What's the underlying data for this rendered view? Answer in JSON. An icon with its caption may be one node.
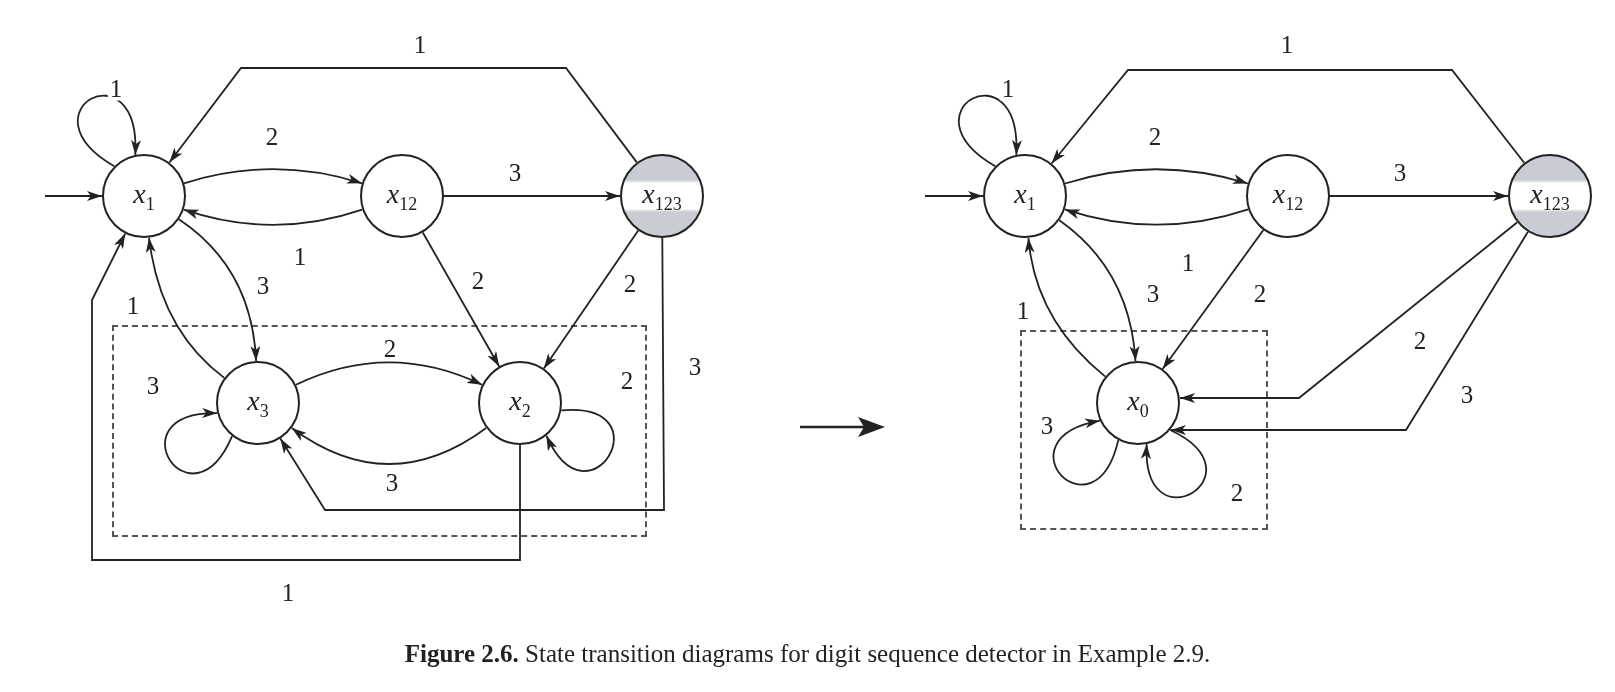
{
  "diagram": {
    "caption": "**Figure 2.6.** State transition diagrams for digit sequence detector in Example 2.9.",
    "nodes": [
      {
        "text": [
          "*x*$_{1}$"
        ]
      },
      {
        "text": [
          "*x*$_{12}$"
        ]
      },
      {
        "text": [
          "*x*$_{123}$"
        ]
      },
      {
        "text": [],
        "shape": "box"
      },
      {
        "text": [
          "*x*$_{3}$"
        ],
        "in": 3
      },
      {
        "text": [
          "*x*$_{2}$"
        ],
        "in": 3
      },
      {
        "text": [
          "*x*$_{1}$"
        ]
      },
      {
        "text": [
          "*x*$_{12}$"
        ]
      },
      {
        "text": [
          "*x*$_{123}$"
        ]
      },
      {
        "text": [],
        "shape": "box"
      },
      {
        "text": [
          "*x*$_{0}$"
        ],
        "in": 9
      }
    ],
    "edges": [
      {
        "from": null,
        "to": 0,
        "arrow": "to"
      },
      {
        "from": 0,
        "to": 0,
        "arrow": "to",
        "label": "1"
      },
      {
        "from": 0,
        "to": 1,
        "arrow": "to",
        "label": "2"
      },
      {
        "from": 1,
        "to": 0,
        "arrow": "to",
        "label": "1"
      },
      {
        "from": 1,
        "to": 2,
        "arrow": "to",
        "label": "3"
      },
      {
        "from": 2,
        "to": 0,
        "arrow": "to",
        "label": "1"
      },
      {
        "from": 0,
        "to": 4,
        "arrow": "to",
        "label": "3"
      },
      {
        "from": 4,
        "to": 0,
        "arrow": "to",
        "label": "1"
      },
      {
        "from": 1,
        "to": 5,
        "arrow": "to",
        "label": "2"
      },
      {
        "from": 2,
        "to": 5,
        "arrow": "to",
        "label": "2"
      },
      {
        "from": 4,
        "to": 5,
        "arrow": "to",
        "label": "2"
      },
      {
        "from": 5,
        "to": 4,
        "arrow": "to",
        "label": "3"
      },
      {
        "from": 4,
        "to": 4,
        "arrow": "to",
        "label": "3"
      },
      {
        "from": 5,
        "to": 5,
        "arrow": "to",
        "label": "2"
      },
      {
        "from": 2,
        "to": 4,
        "arrow": "to",
        "label": "3"
      },
      {
        "from": 5,
        "to": 0,
        "arrow": "to",
        "label": "1"
      },
      {
        "from": null,
        "to": 6,
        "arrow": "to"
      },
      {
        "from": 6,
        "to": 6,
        "arrow": "to",
        "label": "1"
      },
      {
        "from": 6,
        "to": 7,
        "arrow": "to",
        "label": "2"
      },
      {
        "from": 7,
        "to": 6,
        "arrow": "to",
        "label": "1"
      },
      {
        "from": 7,
        "to": 8,
        "arrow": "to",
        "label": "3"
      },
      {
        "from": 8,
        "to": 6,
        "arrow": "to",
        "label": "1"
      },
      {
        "from": 6,
        "to": 10,
        "arrow": "to",
        "label": "3"
      },
      {
        "from": 10,
        "to": 6,
        "arrow": "to",
        "label": "1"
      },
      {
        "from": 7,
        "to": 10,
        "arrow": "to",
        "label": "2"
      },
      {
        "from": 8,
        "to": 10,
        "arrow": "to",
        "label": "2"
      },
      {
        "from": 8,
        "to": 10,
        "arrow": "to",
        "label": "3"
      },
      {
        "from": 10,
        "to": 10,
        "arrow": "to",
        "label": "3"
      },
      {
        "from": 10,
        "to": 10,
        "arrow": "to",
        "label": "2"
      }
    ]
  }
}
